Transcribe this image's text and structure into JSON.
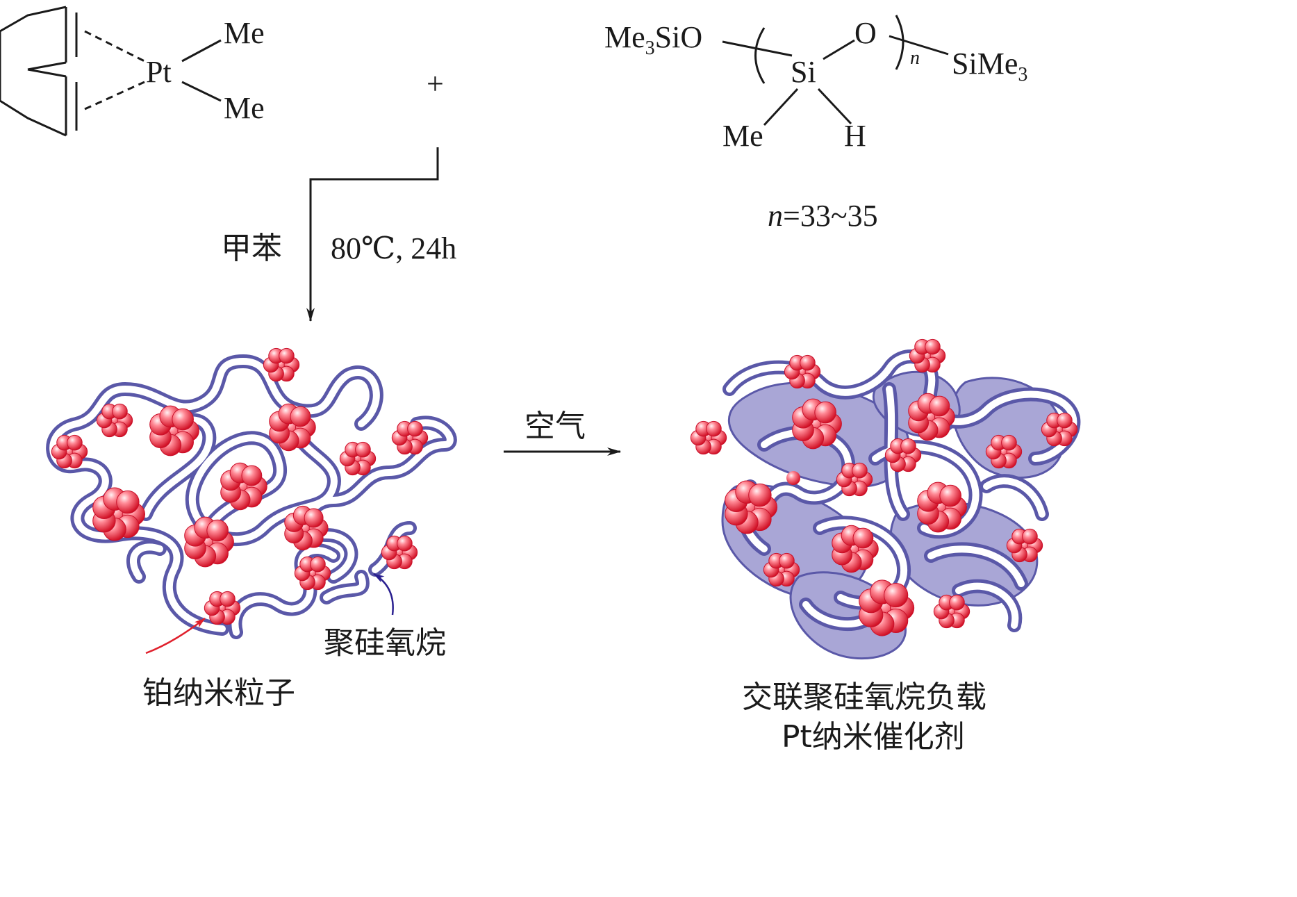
{
  "reagent_pt": {
    "metal": "Pt",
    "ligand_top": "Me",
    "ligand_bottom": "Me"
  },
  "plus_sign": "+",
  "siloxane": {
    "left_end_main": "Me",
    "left_end_sub": "3",
    "left_end_rest": "SiO",
    "core_atom": "Si",
    "bridge_atom": "O",
    "repeat_index": "n",
    "right_end_main": "SiMe",
    "right_end_sub": "3",
    "substituent_left": "Me",
    "substituent_right": "H",
    "n_range_var": "n",
    "n_range_value": "=33~35"
  },
  "reaction_step1": {
    "solvent": "甲苯",
    "conditions": "80℃, 24h"
  },
  "reaction_step2": {
    "condition": "空气"
  },
  "labels": {
    "polysiloxane": "聚硅氧烷",
    "pt_nanoparticle": "铂纳米粒子",
    "product_line1": "交联聚硅氧烷负载",
    "product_line2": "Pt纳米催化剂"
  },
  "colors": {
    "ink": "#1a1a1a",
    "particle_red": "#e8182c",
    "particle_light": "#ffd6dc",
    "chain_outline": "#4a4aa0",
    "chain_fill": "#ffffff",
    "crosslink_fill": "#a8a4d4",
    "red_arrow": "#e0202c",
    "blue_arrow": "#2a2090"
  }
}
